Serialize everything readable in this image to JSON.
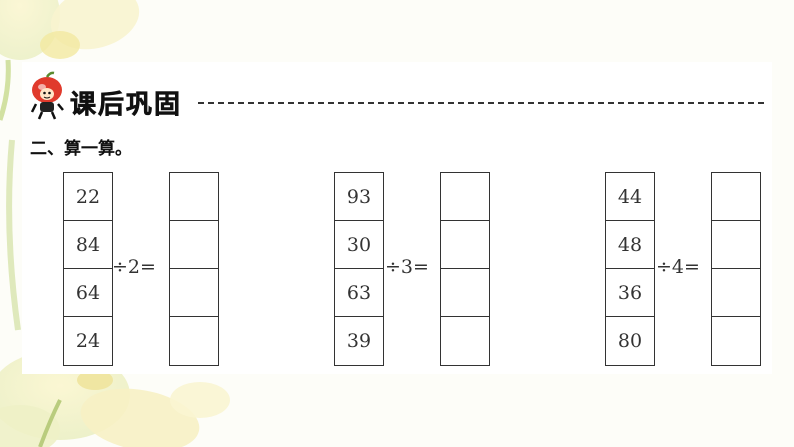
{
  "header": {
    "title": "课后巩固"
  },
  "section": {
    "title": "二、算一算。"
  },
  "problems": [
    {
      "dividends": [
        "22",
        "84",
        "64",
        "24"
      ],
      "operator": "÷2="
    },
    {
      "dividends": [
        "93",
        "30",
        "63",
        "39"
      ],
      "operator": "÷3="
    },
    {
      "dividends": [
        "44",
        "48",
        "36",
        "80"
      ],
      "operator": "÷4="
    }
  ],
  "colors": {
    "ink": "#333333",
    "flower": "#f6efb4",
    "mascot": "#e03a2c"
  },
  "icons": {
    "mascot": "cartoon-apple-mascot-icon"
  }
}
